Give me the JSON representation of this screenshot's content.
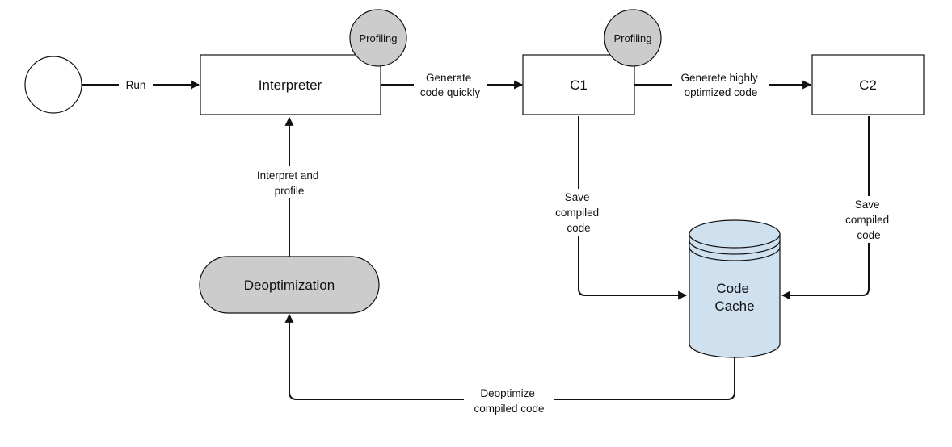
{
  "nodes": {
    "start": {
      "label": ""
    },
    "interpreter": {
      "label": "Interpreter",
      "badge": "Profiling"
    },
    "c1": {
      "label": "C1",
      "badge": "Profiling"
    },
    "c2": {
      "label": "C2"
    },
    "deoptimization": {
      "label": "Deoptimization"
    },
    "code_cache": {
      "lines": [
        "Code",
        "Cache"
      ]
    }
  },
  "edges": {
    "run": {
      "lines": [
        "Run"
      ]
    },
    "interp_to_c1": {
      "lines": [
        "Generate",
        "code quickly"
      ]
    },
    "c1_to_c2": {
      "lines": [
        "Generete highly",
        "optimized code"
      ]
    },
    "c1_to_cache": {
      "lines": [
        "Save",
        "compiled",
        "code"
      ]
    },
    "c2_to_cache": {
      "lines": [
        "Save",
        "compiled",
        "code"
      ]
    },
    "deopt_to_interp": {
      "lines": [
        "Interpret and",
        "profile"
      ]
    },
    "cache_to_deopt": {
      "lines": [
        "Deoptimize",
        "compiled code"
      ]
    }
  },
  "colors": {
    "stroke": "#111111",
    "box_fill": "#ffffff",
    "badge_fill": "#cccccc",
    "deopt_fill": "#cccccc",
    "cache_fill": "#cfe0ef"
  }
}
